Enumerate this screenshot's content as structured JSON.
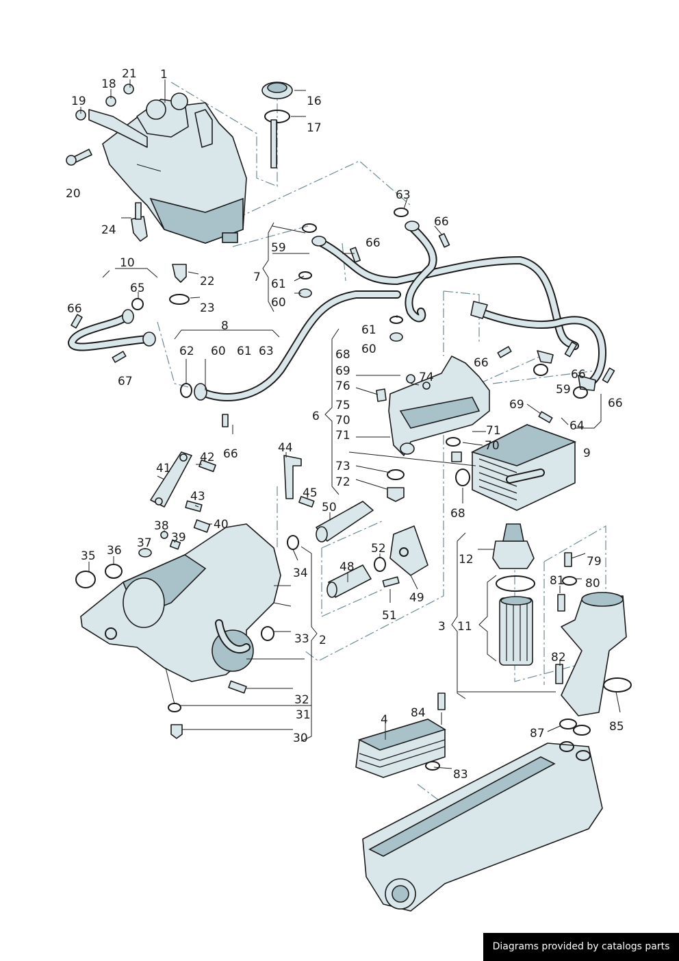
{
  "diagram": {
    "labels": [
      "1",
      "2",
      "3",
      "4",
      "6",
      "7",
      "8",
      "9",
      "10",
      "11",
      "12",
      "16",
      "17",
      "18",
      "19",
      "20",
      "21",
      "22",
      "23",
      "24",
      "30",
      "31",
      "32",
      "33",
      "34",
      "35",
      "36",
      "37",
      "38",
      "39",
      "40",
      "41",
      "42",
      "43",
      "44",
      "45",
      "48",
      "49",
      "50",
      "51",
      "52",
      "59",
      "60",
      "61",
      "62",
      "63",
      "64",
      "65",
      "66",
      "67",
      "68",
      "69",
      "70",
      "71",
      "72",
      "73",
      "74",
      "75",
      "76",
      "79",
      "80",
      "81",
      "82",
      "83",
      "84",
      "85",
      "87"
    ]
  },
  "credit": "Diagrams provided by catalogs parts"
}
